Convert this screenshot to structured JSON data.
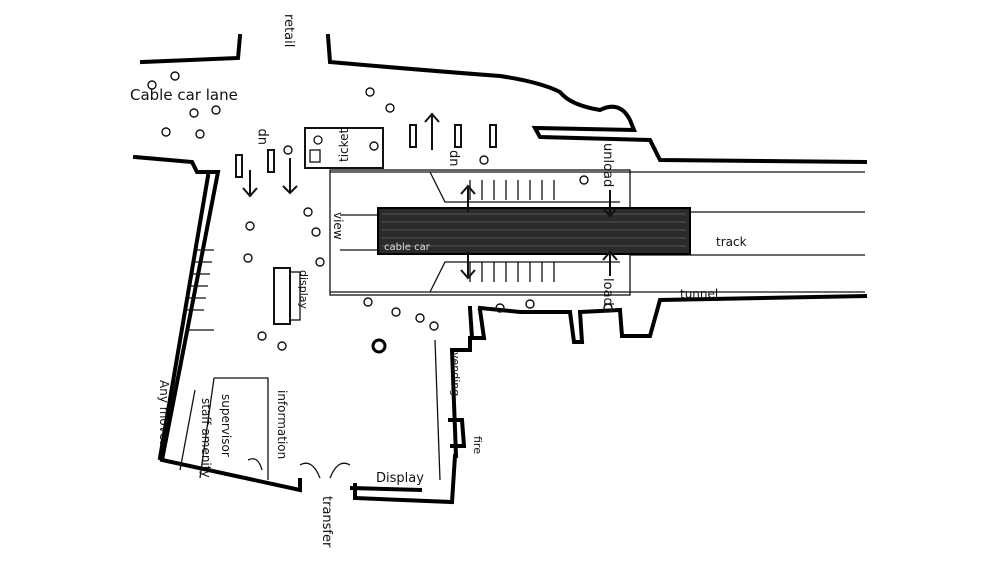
{
  "labels": {
    "retail": "retail",
    "cable_car_lane": "Cable car lane",
    "up": "up",
    "ticket": "ticket",
    "dn": "dn",
    "unload": "unload",
    "view": "view",
    "display_vertical": "display",
    "cable_car": "cable car",
    "track": "track",
    "load": "load",
    "tunnel": "tunnel",
    "vending": "vending",
    "staff_amenity": "staff amenity",
    "supervisor": "supervisor",
    "information": "information",
    "fire": "fire",
    "display": "Display",
    "transfer": "transfer",
    "any_moves": "Any moves"
  },
  "colors": {
    "ink": "#111111",
    "paper": "#ffffff",
    "cable_car_fill": "#2b2b2b"
  }
}
